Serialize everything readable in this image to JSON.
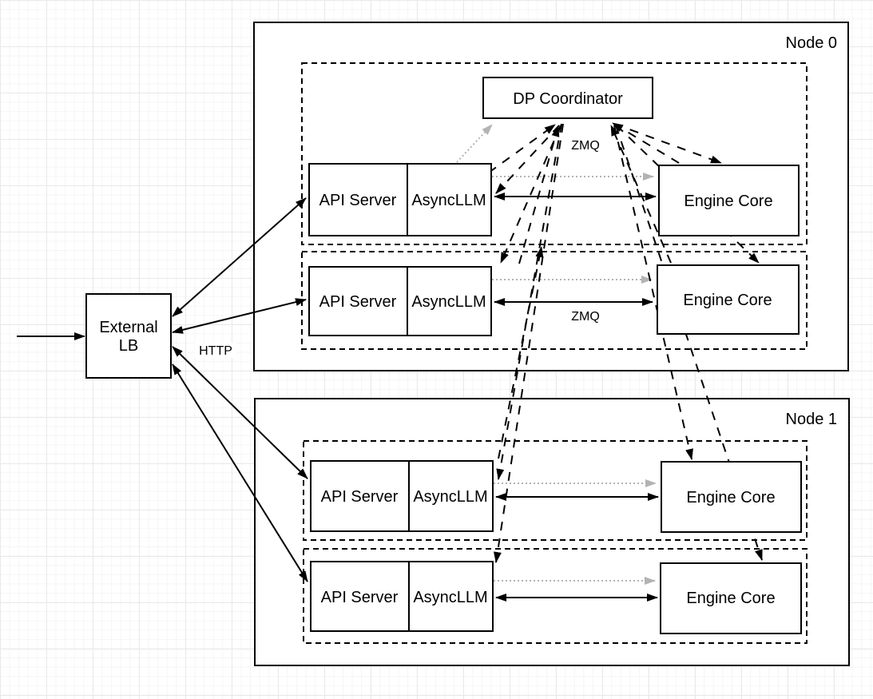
{
  "diagram": {
    "external_lb": {
      "line1": "External",
      "line2": "LB"
    },
    "dp_coordinator": {
      "label": "DP Coordinator"
    },
    "edge_labels": {
      "http": "HTTP",
      "zmq_coordinator": "ZMQ",
      "zmq_engine": "ZMQ"
    },
    "nodes": [
      {
        "label": "Node 0",
        "rows": [
          {
            "api_server": "API Server",
            "async_llm": "AsyncLLM",
            "engine_core": "Engine Core"
          },
          {
            "api_server": "API Server",
            "async_llm": "AsyncLLM",
            "engine_core": "Engine Core"
          }
        ]
      },
      {
        "label": "Node 1",
        "rows": [
          {
            "api_server": "API Server",
            "async_llm": "AsyncLLM",
            "engine_core": "Engine Core"
          },
          {
            "api_server": "API Server",
            "async_llm": "AsyncLLM",
            "engine_core": "Engine Core"
          }
        ]
      }
    ],
    "colors": {
      "stroke": "#000000",
      "gray_arrow": "#b3b3b3",
      "box_fill": "#ffffff",
      "grid": "#e9e9e9"
    }
  }
}
